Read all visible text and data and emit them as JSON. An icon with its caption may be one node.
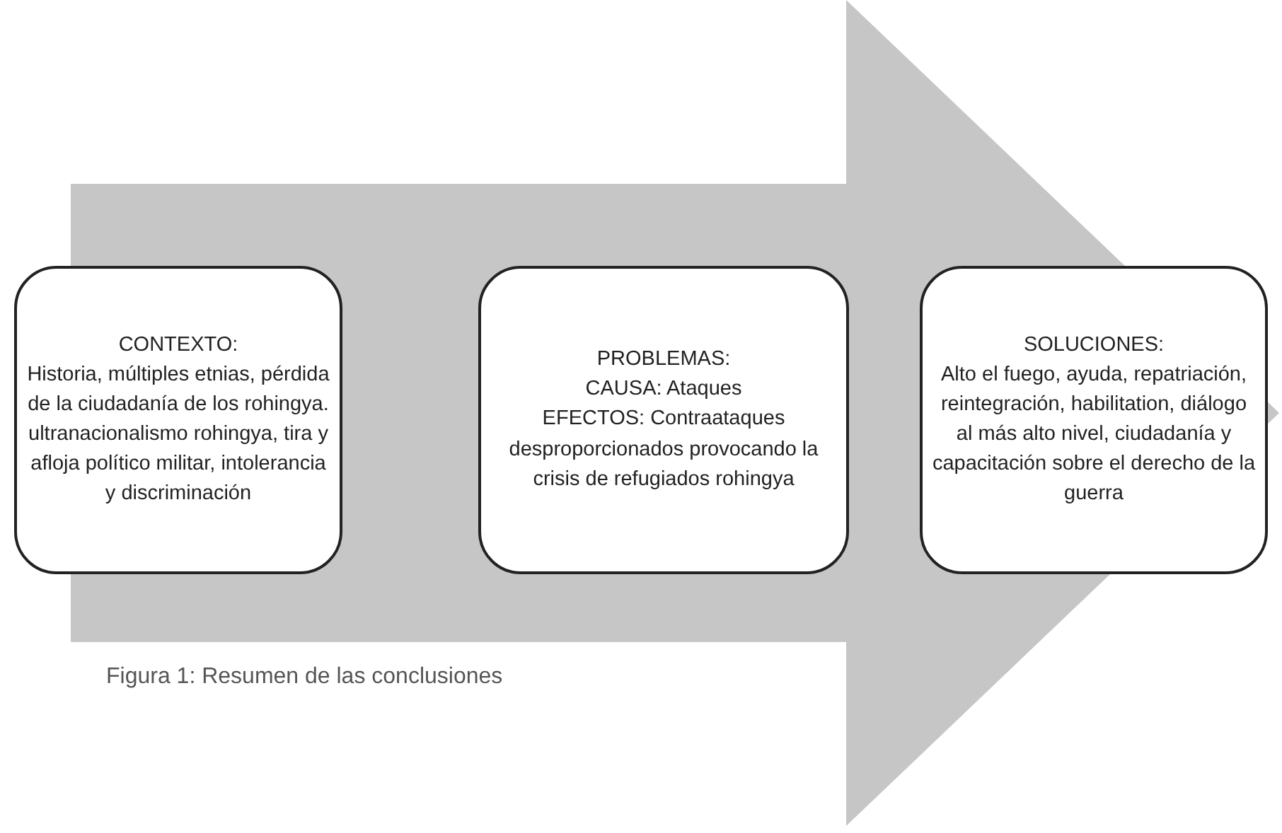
{
  "diagram": {
    "caption": "Figura 1: Resumen de las conclusiones",
    "nodes": [
      {
        "text": [
          "CONTEXTO:",
          "Historia, múltiples etnias, pérdida de la ciudadanía de los rohingya. ultranacionalismo rohingya, tira y afloja político militar, intolerancia y discriminación"
        ]
      },
      {
        "text": [
          "PROBLEMAS:",
          "CAUSA: Ataques",
          "EFECTOS: Contraataques desproporcionados provocando la crisis de refugiados rohingya"
        ]
      },
      {
        "text": [
          "SOLUCIONES:",
          "Alto el fuego, ayuda, repatriación, reintegración, habilitation, diálogo al más alto nivel, ciudadanía y capacitación sobre el derecho de la guerra"
        ]
      }
    ],
    "edges": [
      {
        "from": 0,
        "to": 2,
        "arrow": "to",
        "style": "thick",
        "color": "#c6c6c6"
      }
    ]
  }
}
